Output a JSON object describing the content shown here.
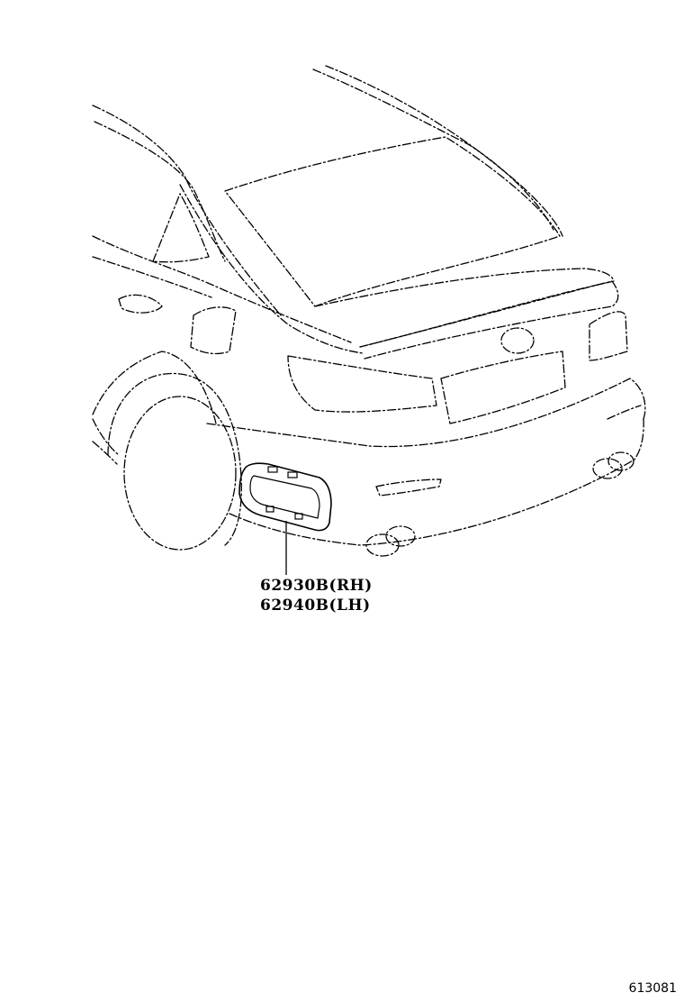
{
  "parts": [
    {
      "number": "62930B",
      "side": "(RH)"
    },
    {
      "number": "62940B",
      "side": "(LH)"
    }
  ],
  "figure_id": "613081"
}
